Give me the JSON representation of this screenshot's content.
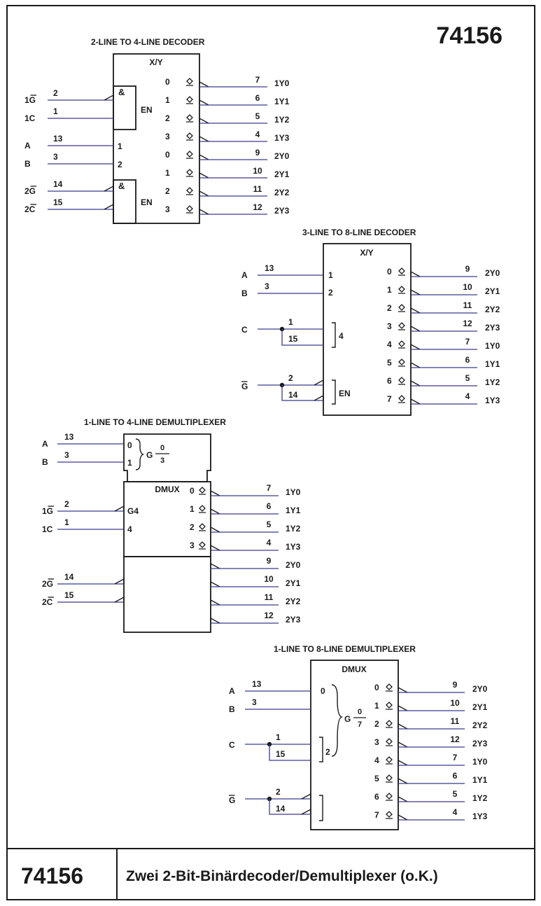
{
  "page": {
    "part_number": "74156",
    "footer_part_number": "74156",
    "footer_title": "Zwei 2-Bit-Binärdecoder/Demultiplexer (o.K.)",
    "line_color": "#3b3b8c",
    "ink_color": "#1a1a1a"
  },
  "d1": {
    "title": "2-LINE TO 4-LINE DECODER",
    "box_label": "X/Y",
    "and_top": "&",
    "en_top": "EN",
    "and_bot": "&",
    "en_bot": "EN",
    "in_1": "1",
    "in_2": "2",
    "inputs": [
      {
        "name": "1G",
        "pin": "2"
      },
      {
        "name": "1C",
        "pin": "1"
      },
      {
        "name": "A",
        "pin": "13"
      },
      {
        "name": "B",
        "pin": "3"
      },
      {
        "name": "2G",
        "pin": "14"
      },
      {
        "name": "2C",
        "pin": "15"
      }
    ],
    "outputs": [
      {
        "idx": "0",
        "pin": "7",
        "name": "1Y0"
      },
      {
        "idx": "1",
        "pin": "6",
        "name": "1Y1"
      },
      {
        "idx": "2",
        "pin": "5",
        "name": "1Y2"
      },
      {
        "idx": "3",
        "pin": "4",
        "name": "1Y3"
      },
      {
        "idx": "0",
        "pin": "9",
        "name": "2Y0"
      },
      {
        "idx": "1",
        "pin": "10",
        "name": "2Y1"
      },
      {
        "idx": "2",
        "pin": "11",
        "name": "2Y2"
      },
      {
        "idx": "3",
        "pin": "12",
        "name": "2Y3"
      }
    ]
  },
  "d2": {
    "title": "3-LINE TO 8-LINE DECODER",
    "box_label": "X/Y",
    "in_1": "1",
    "in_2": "2",
    "in_4": "4",
    "en": "EN",
    "inputs": [
      {
        "name": "A",
        "pin": "13"
      },
      {
        "name": "B",
        "pin": "3"
      },
      {
        "name": "C",
        "pin": "1"
      },
      {
        "name": "",
        "pin": "15"
      },
      {
        "name": "G",
        "pin": "2"
      },
      {
        "name": "",
        "pin": "14"
      }
    ],
    "outputs": [
      {
        "idx": "0",
        "pin": "9",
        "name": "2Y0"
      },
      {
        "idx": "1",
        "pin": "10",
        "name": "2Y1"
      },
      {
        "idx": "2",
        "pin": "11",
        "name": "2Y2"
      },
      {
        "idx": "3",
        "pin": "12",
        "name": "2Y3"
      },
      {
        "idx": "4",
        "pin": "7",
        "name": "1Y0"
      },
      {
        "idx": "5",
        "pin": "6",
        "name": "1Y1"
      },
      {
        "idx": "6",
        "pin": "5",
        "name": "1Y2"
      },
      {
        "idx": "7",
        "pin": "4",
        "name": "1Y3"
      }
    ]
  },
  "d3": {
    "title": "1-LINE TO 4-LINE DEMULTIPLEXER",
    "box_label": "DMUX",
    "sel_0": "0",
    "sel_1": "1",
    "g": "G",
    "g_num": "0",
    "g_den": "3",
    "g4": "G4",
    "in4": "4",
    "inputs": [
      {
        "name": "A",
        "pin": "13"
      },
      {
        "name": "B",
        "pin": "3"
      },
      {
        "name": "1G",
        "pin": "2"
      },
      {
        "name": "1C",
        "pin": "1"
      },
      {
        "name": "2G",
        "pin": "14"
      },
      {
        "name": "2C",
        "pin": "15"
      }
    ],
    "outputs": [
      {
        "idx": "0",
        "pin": "7",
        "name": "1Y0"
      },
      {
        "idx": "1",
        "pin": "6",
        "name": "1Y1"
      },
      {
        "idx": "2",
        "pin": "5",
        "name": "1Y2"
      },
      {
        "idx": "3",
        "pin": "4",
        "name": "1Y3"
      },
      {
        "idx": "",
        "pin": "9",
        "name": "2Y0"
      },
      {
        "idx": "",
        "pin": "10",
        "name": "2Y1"
      },
      {
        "idx": "",
        "pin": "11",
        "name": "2Y2"
      },
      {
        "idx": "",
        "pin": "12",
        "name": "2Y3"
      }
    ]
  },
  "d4": {
    "title": "1-LINE TO 8-LINE DEMULTIPLEXER",
    "box_label": "DMUX",
    "sel_0": "0",
    "sel_2": "2",
    "g": "G",
    "g_num": "0",
    "g_den": "7",
    "inputs": [
      {
        "name": "A",
        "pin": "13"
      },
      {
        "name": "B",
        "pin": "3"
      },
      {
        "name": "C",
        "pin": "1"
      },
      {
        "name": "",
        "pin": "15"
      },
      {
        "name": "G",
        "pin": "2"
      },
      {
        "name": "",
        "pin": "14"
      }
    ],
    "outputs": [
      {
        "idx": "0",
        "pin": "9",
        "name": "2Y0"
      },
      {
        "idx": "1",
        "pin": "10",
        "name": "2Y1"
      },
      {
        "idx": "2",
        "pin": "11",
        "name": "2Y2"
      },
      {
        "idx": "3",
        "pin": "12",
        "name": "2Y3"
      },
      {
        "idx": "4",
        "pin": "7",
        "name": "1Y0"
      },
      {
        "idx": "5",
        "pin": "6",
        "name": "1Y1"
      },
      {
        "idx": "6",
        "pin": "5",
        "name": "1Y2"
      },
      {
        "idx": "7",
        "pin": "4",
        "name": "1Y3"
      }
    ]
  }
}
